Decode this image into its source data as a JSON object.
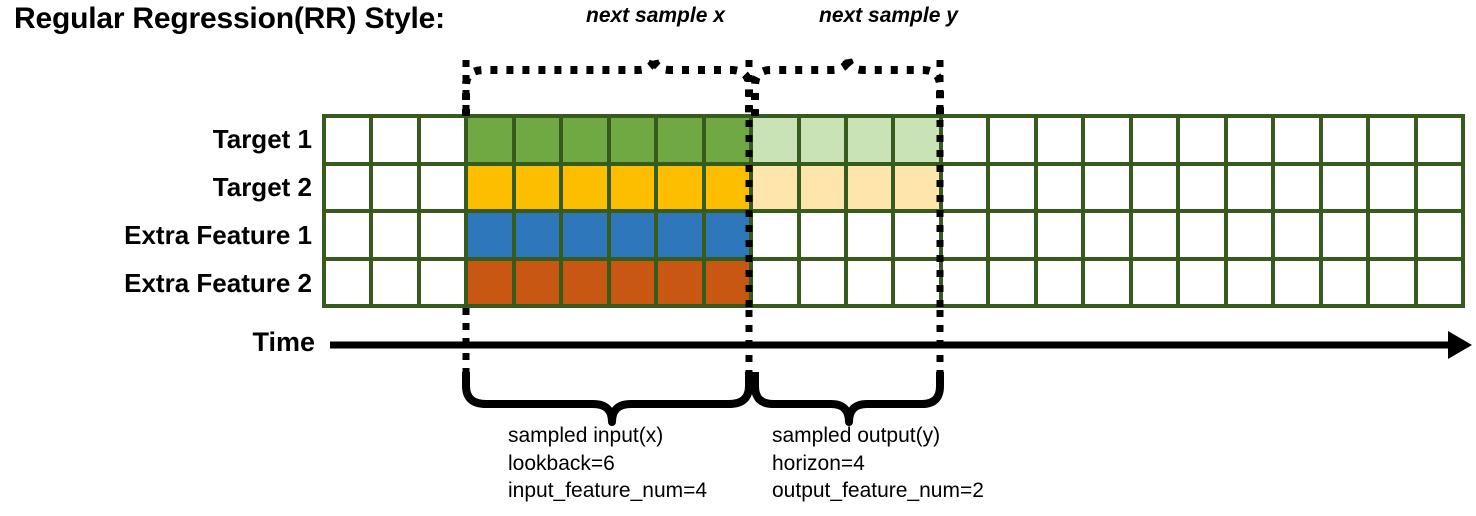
{
  "title": "Regular Regression(RR) Style:",
  "rows": [
    {
      "label": "Target 1",
      "name": "target-1"
    },
    {
      "label": "Target 2",
      "name": "target-2"
    },
    {
      "label": "Extra Feature 1",
      "name": "extra-feature-1"
    },
    {
      "label": "Extra Feature 2",
      "name": "extra-feature-2"
    }
  ],
  "grid": {
    "columns": 24,
    "rows": 4,
    "input_start_col": 3,
    "input_end_col": 9,
    "output_start_col": 9,
    "output_end_col": 13,
    "cell_fills": [
      [
        "white",
        "white",
        "white",
        "green",
        "green",
        "green",
        "green",
        "green",
        "green",
        "lgreen",
        "lgreen",
        "lgreen",
        "lgreen",
        "white",
        "white",
        "white",
        "white",
        "white",
        "white",
        "white",
        "white",
        "white",
        "white",
        "white"
      ],
      [
        "white",
        "white",
        "white",
        "gold",
        "gold",
        "gold",
        "gold",
        "gold",
        "gold",
        "lgold",
        "lgold",
        "lgold",
        "lgold",
        "white",
        "white",
        "white",
        "white",
        "white",
        "white",
        "white",
        "white",
        "white",
        "white",
        "white"
      ],
      [
        "white",
        "white",
        "white",
        "blue",
        "blue",
        "blue",
        "blue",
        "blue",
        "blue",
        "white",
        "white",
        "white",
        "white",
        "white",
        "white",
        "white",
        "white",
        "white",
        "white",
        "white",
        "white",
        "white",
        "white",
        "white"
      ],
      [
        "white",
        "white",
        "white",
        "orange",
        "orange",
        "orange",
        "orange",
        "orange",
        "orange",
        "white",
        "white",
        "white",
        "white",
        "white",
        "white",
        "white",
        "white",
        "white",
        "white",
        "white",
        "white",
        "white",
        "white",
        "white"
      ]
    ]
  },
  "colors": {
    "border": "#375a1d",
    "target_1": "#70a844",
    "target_1_faded": "#c9e2b6",
    "target_2": "#febe00",
    "target_2_faded": "#fde5ab",
    "extra_feature_1": "#2f77bb",
    "extra_feature_2": "#c75713",
    "line": "#000000",
    "background": "#ffffff"
  },
  "time_axis": {
    "label": "Time"
  },
  "top_braces": [
    {
      "caption": "next sample x",
      "name": "next-sample-x"
    },
    {
      "caption": "next sample y",
      "name": "next-sample-y"
    }
  ],
  "bottom_braces": [
    {
      "name": "sampled-input",
      "line1": "sampled input(x)",
      "line2": "lookback=6",
      "line3": "input_feature_num=4"
    },
    {
      "name": "sampled-output",
      "line1": "sampled output(y)",
      "line2": "horizon=4",
      "line3": "output_feature_num=2"
    }
  ]
}
